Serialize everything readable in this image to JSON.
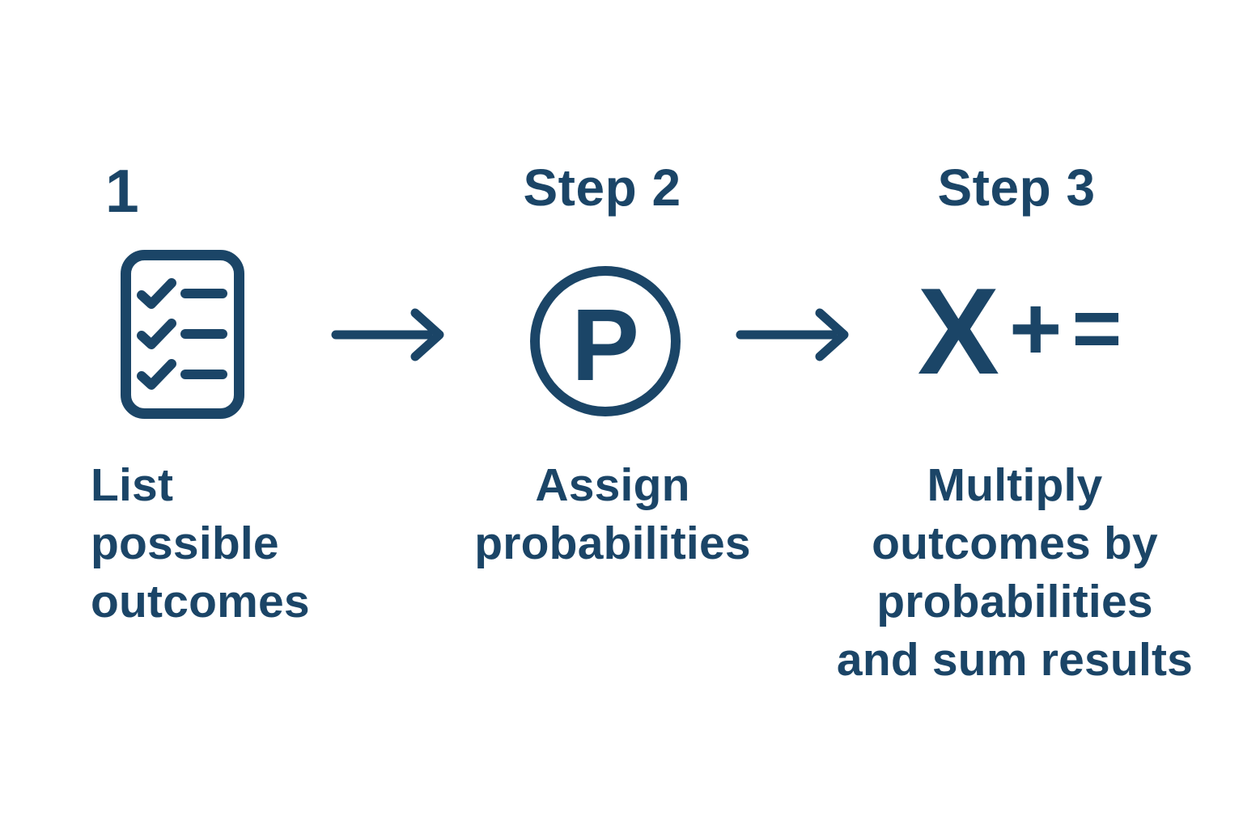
{
  "diagram": {
    "background_color": "#ffffff",
    "accent_color": "#1b4567",
    "steps": [
      {
        "heading": "1",
        "icon": "checklist",
        "caption_lines": [
          "List",
          "possible",
          "outcomes"
        ]
      },
      {
        "heading": "Step 2",
        "icon": "circled-letter-p",
        "icon_letter": "P",
        "caption_lines": [
          "Assign",
          "probabilities"
        ]
      },
      {
        "heading": "Step 3",
        "icon": "math-operators",
        "symbols": [
          "X",
          "+",
          "="
        ],
        "caption_lines": [
          "Multiply",
          "outcomes by",
          "probabilities",
          "and sum results"
        ]
      }
    ],
    "connectors": [
      {
        "icon": "right-arrow"
      },
      {
        "icon": "right-arrow"
      }
    ]
  }
}
